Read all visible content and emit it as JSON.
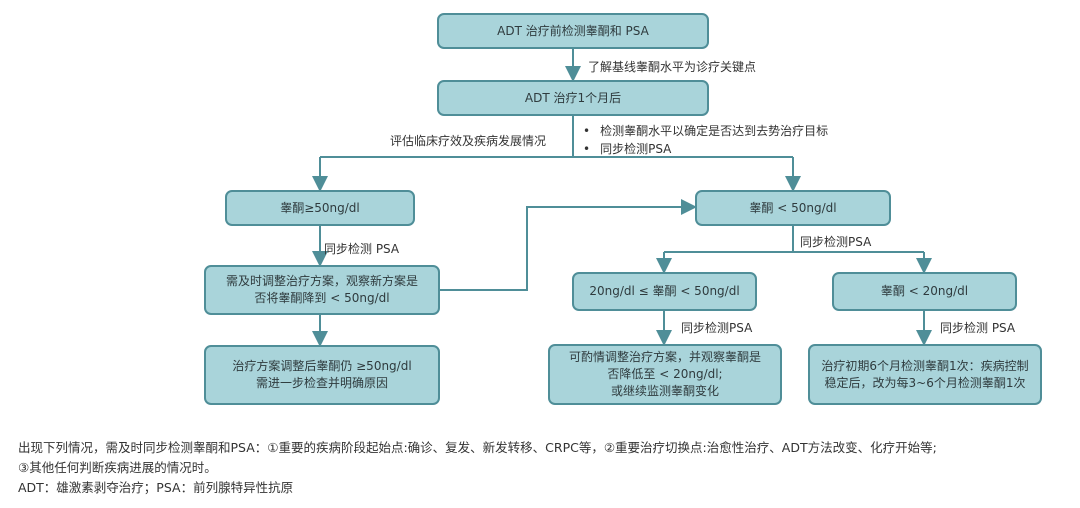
{
  "colors": {
    "box_fill": "#a9d4da",
    "box_border": "#4f8e98",
    "line": "#4f8e98"
  },
  "nodes": {
    "pre_adt": "ADT 治疗前检测睾酮和 PSA",
    "one_month": "ADT 治疗1个月后",
    "high": "睾酮≥50ng/dl",
    "low": "睾酮 < 50ng/dl",
    "adjust": [
      "需及时调整治疗方案，观察新方案是",
      "否将睾酮降到 < 50ng/dl"
    ],
    "still_high": [
      "治疗方案调整后睾酮仍 ≥50ng/dl",
      "需进一步检查并明确原因"
    ],
    "mid": "20ng/dl ≤ 睾酮 < 50ng/dl",
    "very_low": "睾酮 < 20ng/dl",
    "mid_action": [
      "可酌情调整治疗方案，并观察睾酮是",
      "否降低至 < 20ng/dl;",
      "或继续监测睾酮变化"
    ],
    "low_action": [
      "治疗初期6个月检测睾酮1次：疾病控制",
      "稳定后，改为每3~6个月检测睾酮1次"
    ]
  },
  "edge_labels": {
    "baseline": "了解基线睾酮水平为诊疗关键点",
    "evaluate": "评估临床疗效及疾病发展情况",
    "bullets": [
      "检测睾酮水平以确定是否达到去势治疗目标",
      "同步检测PSA"
    ],
    "sync_left": "同步检测 PSA",
    "sync_right": "同步检测PSA",
    "sync_mid": "同步检测PSA",
    "sync_far": "同步检测 PSA"
  },
  "footer": [
    "出现下列情况，需及时同步检测睾酮和PSA：①重要的疾病阶段起始点:确诊、复发、新发转移、CRPC等，②重要治疗切换点:治愈性治疗、ADT方法改变、化疗开始等;",
    "③其他任何判断疾病进展的情况时。",
    "ADT：雄激素剥夺治疗；PSA：前列腺特异性抗原"
  ]
}
